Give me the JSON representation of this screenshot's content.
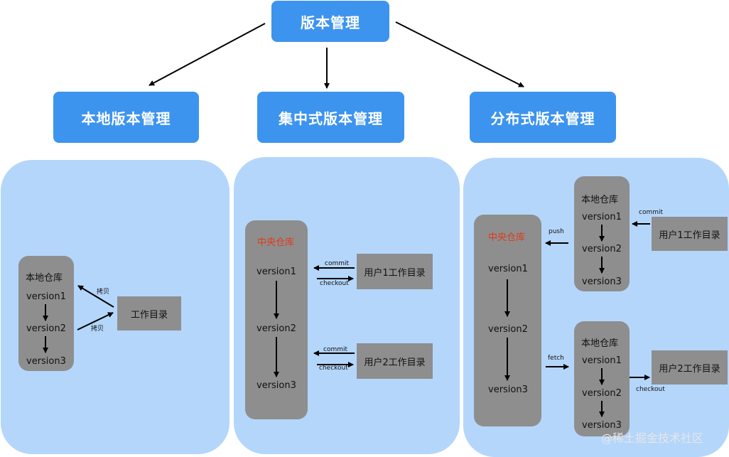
{
  "top": {
    "label": "版本管理"
  },
  "categories": {
    "local": "本地版本管理",
    "central": "集中式版本管理",
    "distributed": "分布式版本管理"
  },
  "local_panel": {
    "repo_title": "本地仓库",
    "versions": [
      "version1",
      "version2",
      "version3"
    ],
    "workdir": "工作目录",
    "copy_label": "拷贝"
  },
  "central_panel": {
    "repo_title": "中央仓库",
    "versions": [
      "version1",
      "version2",
      "version3"
    ],
    "user1": "用户1工作目录",
    "user2": "用户2工作目录",
    "commit": "commit",
    "checkout": "checkout"
  },
  "distributed_panel": {
    "central_title": "中央仓库",
    "central_versions": [
      "version1",
      "version2",
      "version3"
    ],
    "local_title": "本地仓库",
    "local_versions": [
      "version1",
      "version2",
      "version3"
    ],
    "user1": "用户1工作目录",
    "user2": "用户2工作目录",
    "push": "push",
    "fetch": "fetch",
    "commit": "commit",
    "checkout": "checkout"
  },
  "watermark": "@稀土掘金技术社区",
  "colors": {
    "accent": "#3d94ee",
    "panel": "#b4d6fb",
    "box": "#8e8e8e",
    "central_title": "#e03a1a"
  }
}
